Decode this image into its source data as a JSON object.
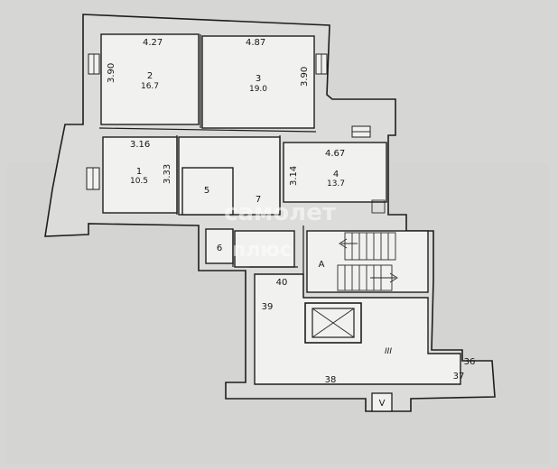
{
  "rooms": [
    {
      "id": "r2",
      "number": "2",
      "area": "16.7",
      "width": "4.27",
      "depth": "3.90"
    },
    {
      "id": "r3",
      "number": "3",
      "area": "19.0",
      "width": "4.87",
      "depth": "3.90"
    },
    {
      "id": "r1",
      "number": "1",
      "area": "10.5",
      "width": "3.16",
      "depth": "3.33"
    },
    {
      "id": "r4",
      "number": "4",
      "area": "13.7",
      "width": "4.67",
      "depth": "3.14"
    },
    {
      "id": "r5",
      "number": "5"
    },
    {
      "id": "r6",
      "number": "6"
    },
    {
      "id": "r7",
      "number": "7"
    }
  ],
  "stair_label": "A",
  "hall_label": "III",
  "corridor_numbers": [
    "40",
    "39",
    "38",
    "37",
    "36"
  ],
  "shaft_label": "V",
  "watermark": {
    "line1": "самолет",
    "line2": "плюс"
  }
}
